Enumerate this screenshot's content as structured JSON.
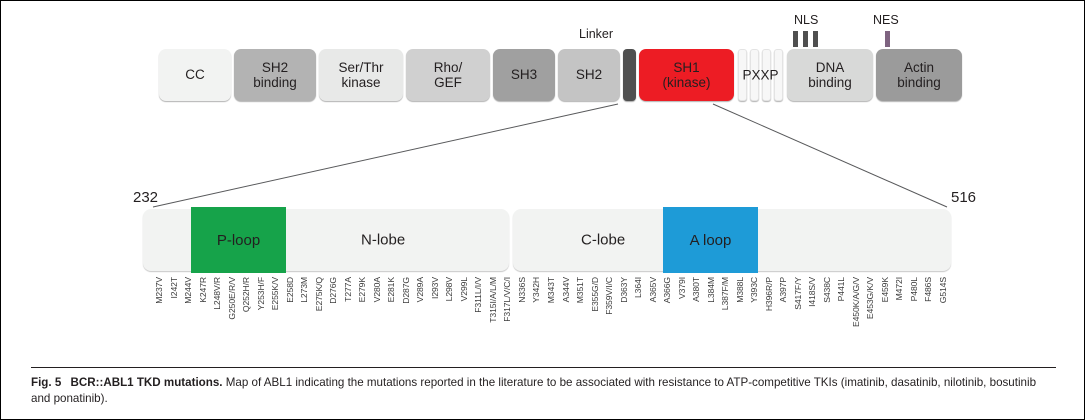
{
  "figure": {
    "label": "Fig. 5",
    "title": "BCR::ABL1 TKD mutations.",
    "caption": "Map of ABL1 indicating the mutations reported in the literature to be associated with resistance to ATP-competitive TKIs (imatinib, dasatinib, nilotinib, bosutinib and ponatinib)."
  },
  "domain_track": {
    "annotations": {
      "linker": "Linker",
      "nls": "NLS",
      "nes": "NES"
    },
    "pxxp_label": "PXXP",
    "domains": [
      {
        "line1": "CC",
        "line2": "",
        "width": 72,
        "color": "#f2f3f2"
      },
      {
        "line1": "SH2",
        "line2": "binding",
        "width": 82,
        "color": "#b3b3b3"
      },
      {
        "line1": "Ser/Thr",
        "line2": "kinase",
        "width": 84,
        "color": "#e8e9e8"
      },
      {
        "line1": "Rho/",
        "line2": "GEF",
        "width": 84,
        "color": "#d0d0d0"
      },
      {
        "line1": "SH3",
        "line2": "",
        "width": 62,
        "color": "#a0a0a0"
      },
      {
        "line1": "SH2",
        "line2": "",
        "width": 62,
        "color": "#c4c4c4"
      },
      {
        "line1": "SH1",
        "line2": "(kinase)",
        "width": 95,
        "color": "#ed1c24"
      },
      {
        "line1": "DNA",
        "line2": "binding",
        "width": 86,
        "color": "#d8d9d8"
      },
      {
        "line1": "Actin",
        "line2": "binding",
        "width": 86,
        "color": "#9b9b9b"
      }
    ]
  },
  "kinase_zoom": {
    "range_start": "232",
    "range_end": "516",
    "regions": {
      "p_loop": "P-loop",
      "n_lobe": "N-lobe",
      "c_lobe": "C-lobe",
      "a_loop": "A loop"
    },
    "colors": {
      "p_loop": "#16a34a",
      "a_loop": "#1e9bd7",
      "sh1": "#ed1c24",
      "nes_tick": "#7e6380"
    },
    "mutations": [
      "M237V",
      "I242T",
      "M244V",
      "K247R",
      "L248V/R",
      "G250E/R/V",
      "Q252H/R",
      "Y253H/F",
      "E255K/V",
      "E258D",
      "L273M",
      "E275K/Q",
      "D276G",
      "T277A",
      "E279K",
      "V280A",
      "E281K",
      "D287G",
      "V289A",
      "I293V",
      "L298V",
      "V299L",
      "F311L/I/V",
      "T315I/A/L/M",
      "F317L/V/C/I",
      "N336S",
      "Y342H",
      "M343T",
      "A344V",
      "M351T",
      "E355G/D",
      "F359V/I/C",
      "D363Y",
      "L364I",
      "A365V",
      "A366G",
      "V379I",
      "A380T",
      "L384M",
      "L387F/M",
      "M388L",
      "Y393C",
      "H396R/P",
      "A397P",
      "S417F/Y",
      "I418S/V",
      "S438C",
      "P441L",
      "E450K/A/G/V",
      "E453G/K/V",
      "E459K",
      "M472I",
      "P480L",
      "F486S",
      "G514S"
    ]
  }
}
